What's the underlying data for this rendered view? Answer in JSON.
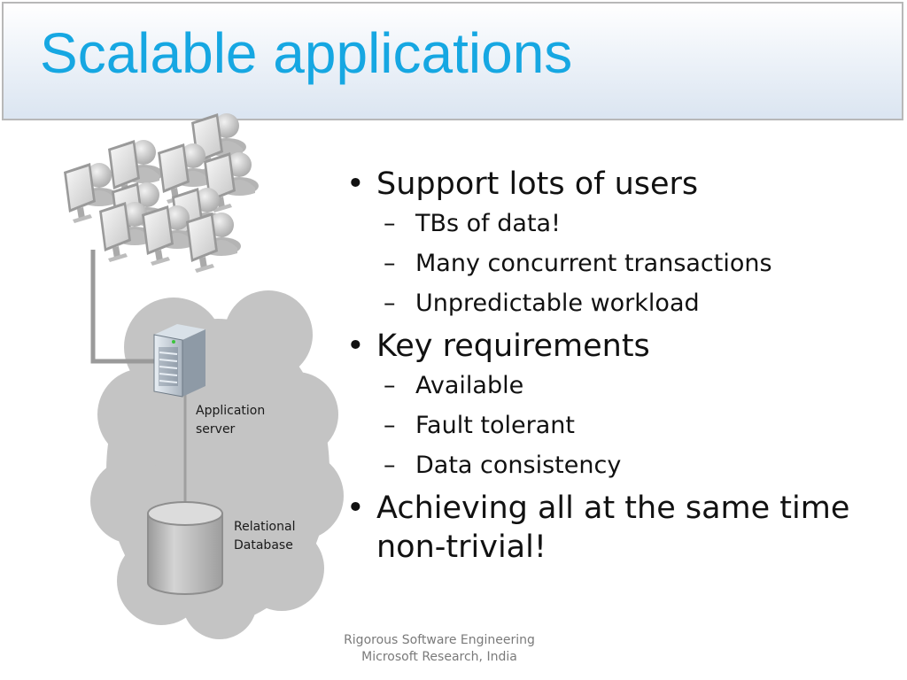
{
  "slide": {
    "title": "Scalable applications",
    "diagram": {
      "app_server_label_line1": "Application",
      "app_server_label_line2": "server",
      "database_label_line1": "Relational",
      "database_label_line2": "Database"
    },
    "bullets": [
      {
        "text": "Support lots of users",
        "sub": [
          "TBs of data!",
          "Many concurrent transactions",
          "Unpredictable workload"
        ]
      },
      {
        "text": "Key requirements",
        "sub": [
          "Available",
          "Fault tolerant",
          "Data consistency"
        ]
      },
      {
        "text_line1": "Achieving all at the same time",
        "text_line2": "non-trivial!"
      }
    ],
    "footer": {
      "line1": "Rigorous Software Engineering",
      "line2": "Microsoft Research, India"
    }
  },
  "colors": {
    "title": "#16a7e2",
    "cloud": "#c4c4c4",
    "connector": "#999999"
  },
  "icons": [
    "user-workstation-icon",
    "server-icon",
    "database-icon",
    "cloud-shape"
  ]
}
